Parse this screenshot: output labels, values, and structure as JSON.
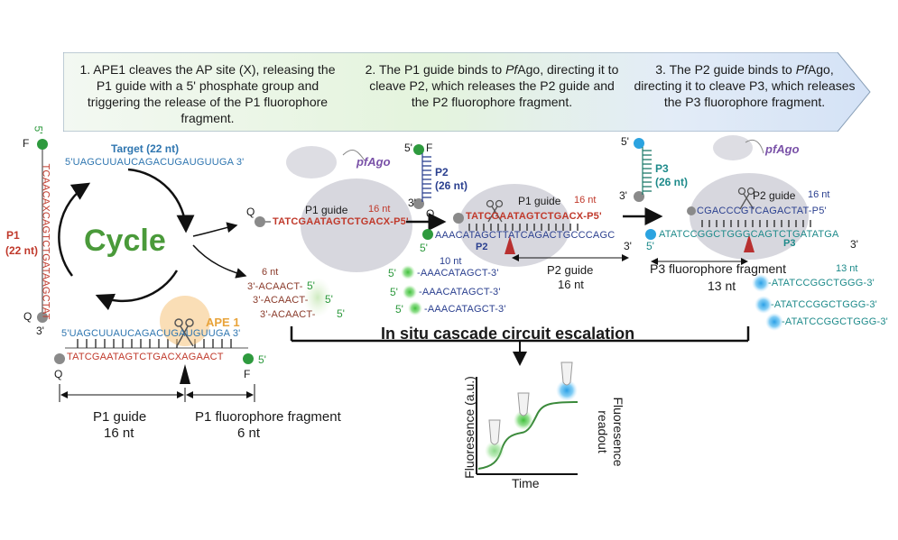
{
  "banner": {
    "step1": "1.    APE1 cleaves the AP site (X), releasing the P1 guide with a 5' phosphate group and triggering the release of the P1 fluorophore fragment.",
    "step2_a": "2. The P1 guide binds to ",
    "step2_em": "Pf",
    "step2_b": "Ago, directing it to cleave P2, which releases the P2 guide and the P2 fluorophore fragment.",
    "step3_a": "3. The P2 guide binds to ",
    "step3_em": "Pf",
    "step3_b": "Ago, directing it to cleave P3, which releases the P3 fluorophore fragment."
  },
  "cycle": {
    "label": "Cycle",
    "target_label": "Target (22 nt)",
    "target_seq": "5'UAGCUUAUCAGACUGAUGUUGA 3'",
    "p1_label": "P1",
    "p1_len": "(22 nt)",
    "p1_vertical_seq": "TCAACAXCAGTCTGATAAGCTAT",
    "five_prime": "5'",
    "three_prime": "3'",
    "F": "F",
    "Q": "Q"
  },
  "ape1": {
    "label": "APE 1",
    "target_seq": "5'UAGCUUAUCAGACUGAUGUUGA 3'",
    "probe_seq": "TATCGAATAGTCTGACXAGAACT",
    "five_prime": "5'",
    "Q": "Q",
    "F": "F",
    "p1_guide_label": "P1 guide",
    "p1_guide_len": "16 nt",
    "p1_frag_label": "P1 fluorophore fragment",
    "p1_frag_len": "6 nt"
  },
  "stage1": {
    "pfago": "pfAgo",
    "Q": "Q",
    "guide_label": "P1 guide",
    "guide_len": "16 nt",
    "guide_seq": "TATCGAATAGTCTGACX-P5'",
    "frag_len": "6 nt",
    "frag_seqs": [
      "3'-ACAACT-",
      "3'-ACAACT-",
      "3'-ACAACT-"
    ],
    "frag_end": "5'"
  },
  "stage2": {
    "p2_label": "P2",
    "p2_len": "(26 nt)",
    "five_prime": "5'",
    "three_prime": "3'",
    "F": "F",
    "Q": "Q",
    "guide_label": "P1 guide",
    "guide_len": "16 nt",
    "guide_seq": "TATCGAATAGTCTGACX-P5'",
    "p2_seq": "AAACATAGCTTATCAGACTGCCCAGC",
    "p2_tag": "P2",
    "frag_len": "10 nt",
    "frag_seqs": [
      "-AAACATAGCT-3'",
      "-AAACATAGCT-3'",
      "-AAACATAGCT-3'"
    ],
    "frag_start": "5'",
    "p2_guide_label": "P2 guide",
    "p2_guide_len": "16 nt"
  },
  "stage3": {
    "pfago": "pfAgo",
    "p3_label": "P3",
    "p3_len": "(26 nt)",
    "five_prime": "5'",
    "three_prime": "3'",
    "guide_label": "P2 guide",
    "guide_len": "16 nt",
    "guide_seq": "CGACCCGTCAGACTAT-P5'",
    "p3_seq": "ATATCCGGCTGGGCAGTCTGATATGA",
    "p3_tag": "P3",
    "frag_label": "P3 fluorophore fragment",
    "frag_len": "13 nt",
    "frag_len_top": "13 nt",
    "frag_seqs": [
      "-ATATCCGGCTGGG-3'",
      "-ATATCCGGCTGGG-3'",
      "-ATATCCGGCTGGG-3'"
    ]
  },
  "cascade": {
    "title": "In situ cascade circuit escalation",
    "ylabel": "Fluoresence (a.u.)",
    "xlabel": "Time",
    "readout_label": "Fluoresence readout"
  },
  "colors": {
    "blue_seq": "#2f76b0",
    "red_seq": "#c0392b",
    "teal_seq": "#1d8a8a",
    "green_dot": "#2e9a3e",
    "blue_dot": "#2ba3e0",
    "gray_dot": "#8a8a8a",
    "cycle_green": "#4a9a3a",
    "ape_orange": "#e8a33a"
  }
}
